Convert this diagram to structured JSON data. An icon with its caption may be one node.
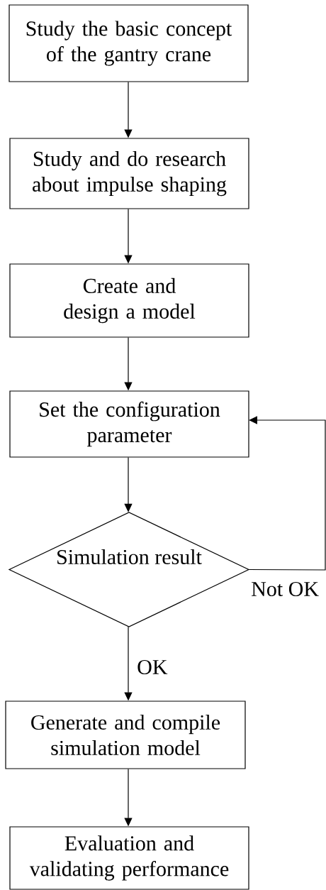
{
  "diagram": {
    "nodes": [
      {
        "text": [
          "Study the basic concept of the gantry crane"
        ]
      },
      {
        "text": [
          "Study and do research about impulse shaping"
        ]
      },
      {
        "text": [
          "Create and design a model"
        ]
      },
      {
        "text": [
          "Set the configuration parameter"
        ]
      },
      {
        "text": [
          "Simulation result"
        ]
      },
      {
        "text": [
          "Generate and compile simulation model"
        ]
      },
      {
        "text": [
          "Evaluation and validating performance"
        ]
      }
    ],
    "edges": [
      {
        "from": 0,
        "to": 1,
        "arrow": "to"
      },
      {
        "from": 1,
        "to": 2,
        "arrow": "to"
      },
      {
        "from": 2,
        "to": 3,
        "arrow": "to"
      },
      {
        "from": 3,
        "to": 4,
        "arrow": "to"
      },
      {
        "from": 4,
        "to": 5,
        "arrow": "to",
        "label": "OK"
      },
      {
        "from": 5,
        "to": 6,
        "arrow": "to"
      },
      {
        "from": 4,
        "to": 3,
        "arrow": "to",
        "label": "Not OK"
      }
    ]
  }
}
